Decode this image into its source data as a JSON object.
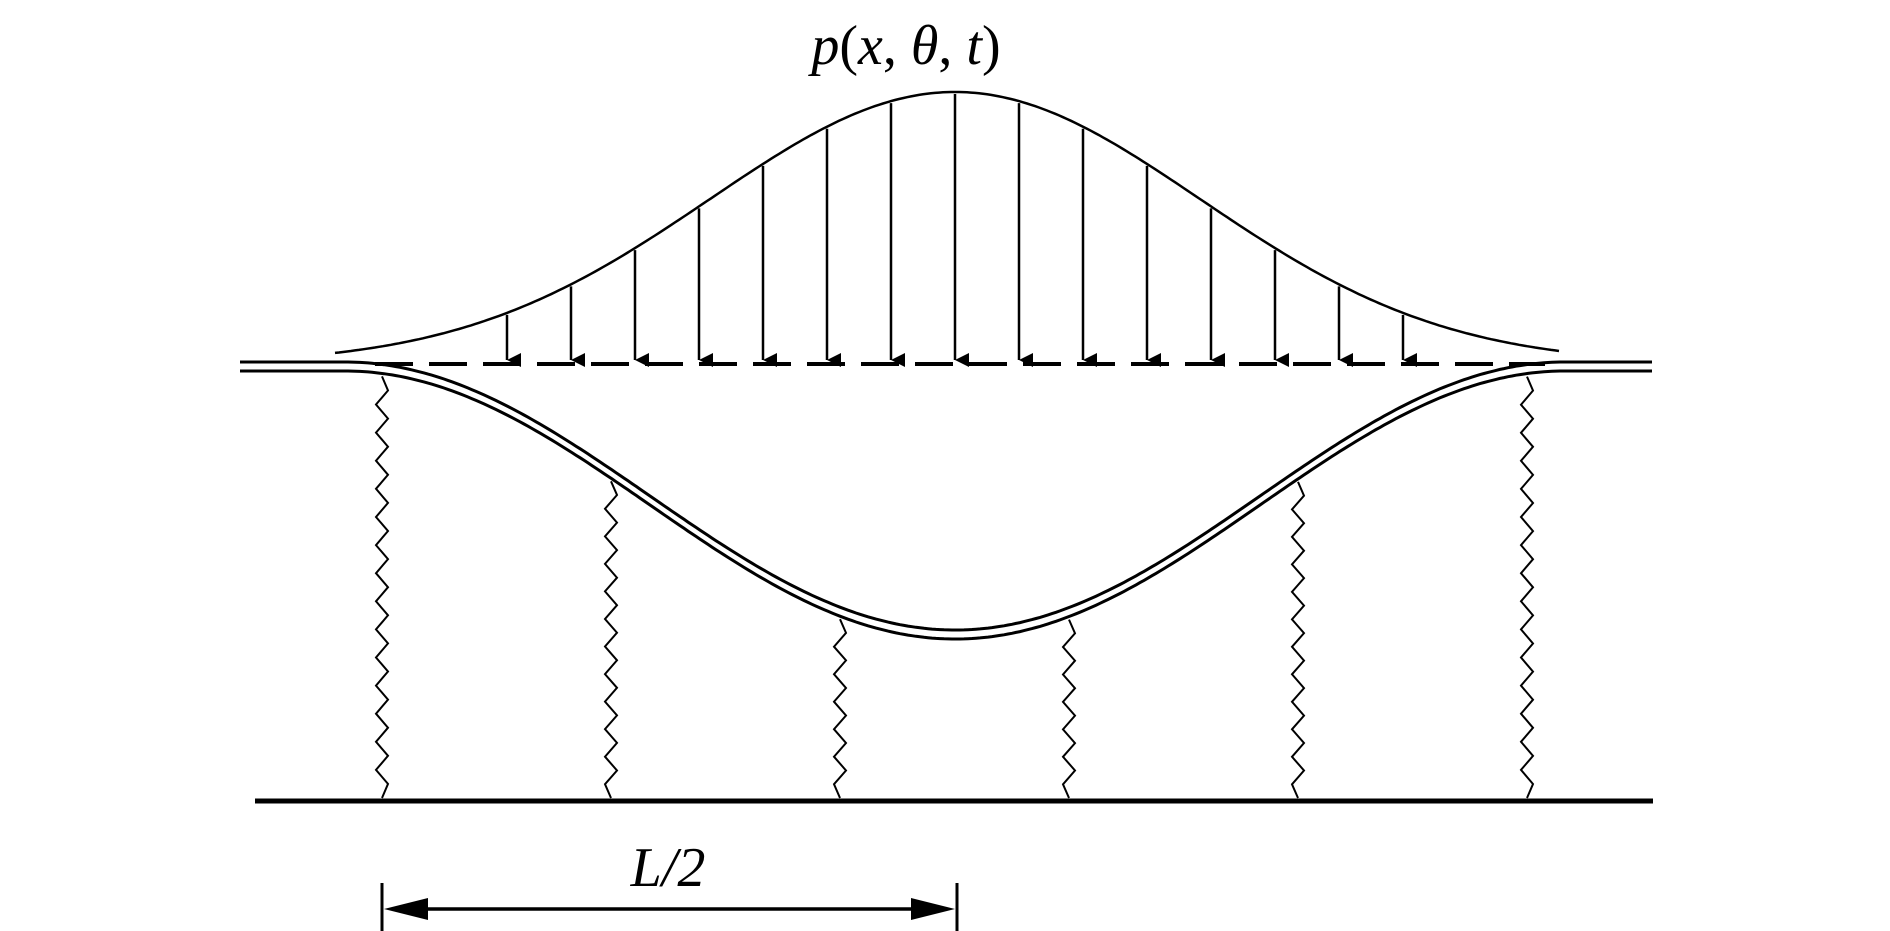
{
  "figure": {
    "load_label": {
      "p": "p",
      "open": "(",
      "x": "x",
      "comma1": ", ",
      "theta": "θ",
      "comma2": ", ",
      "t": "t",
      "close": ")"
    },
    "dimension_label": "L/2",
    "colors": {
      "ink": "#000000",
      "background": "#ffffff"
    }
  }
}
